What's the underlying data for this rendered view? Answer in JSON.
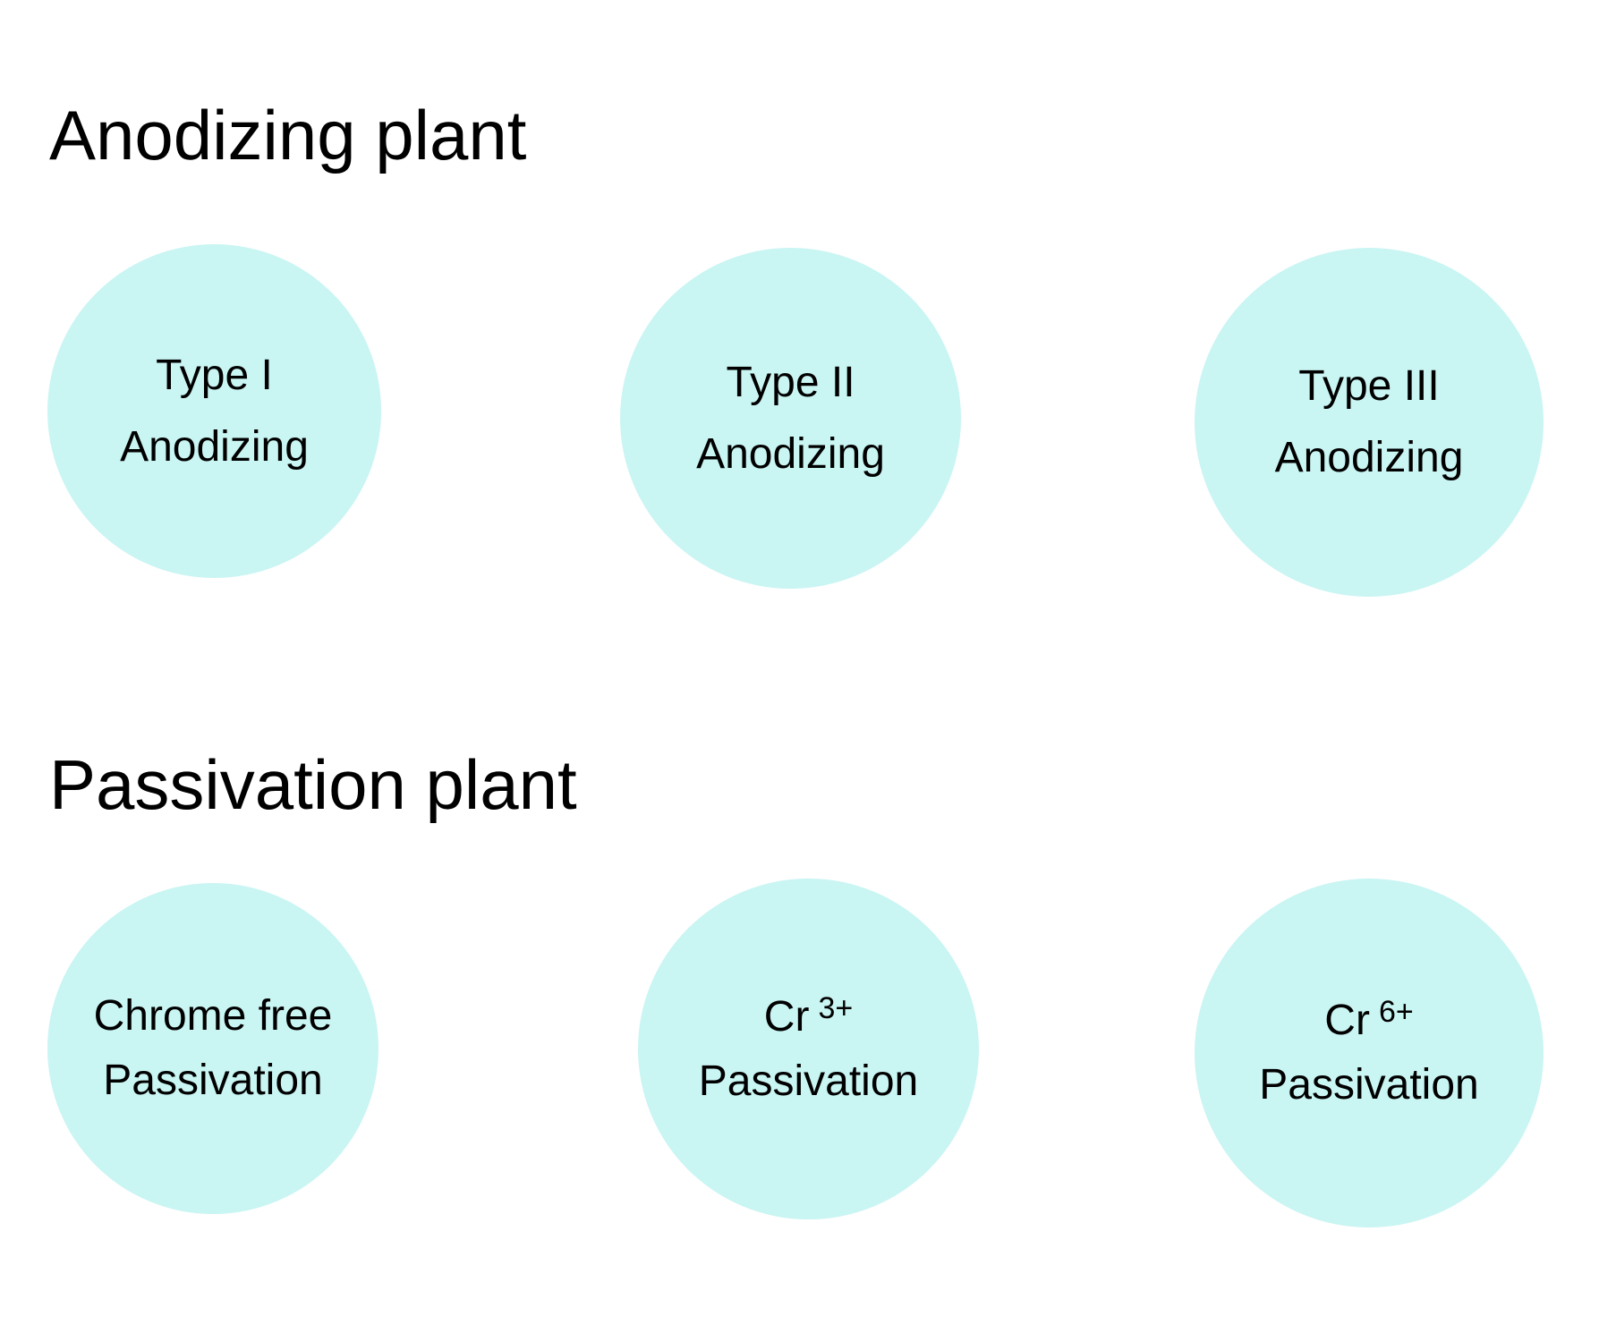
{
  "sections": {
    "anodizing": {
      "title": "Anodizing plant",
      "items": [
        {
          "line1": "Type I",
          "line2": "Anodizing"
        },
        {
          "line1": "Type II",
          "line2": "Anodizing"
        },
        {
          "line1": "Type III",
          "line2": "Anodizing"
        }
      ]
    },
    "passivation": {
      "title": "Passivation plant",
      "items": [
        {
          "line1": "Chrome free",
          "line1_sup": "",
          "line2": "Passivation"
        },
        {
          "line1": "Cr",
          "line1_sup": "3+",
          "line2": "Passivation"
        },
        {
          "line1": "Cr",
          "line1_sup": "6+",
          "line2": "Passivation"
        }
      ]
    }
  },
  "colors": {
    "node_fill": "#c9f5f3",
    "text": "#000000",
    "background": "#ffffff"
  }
}
